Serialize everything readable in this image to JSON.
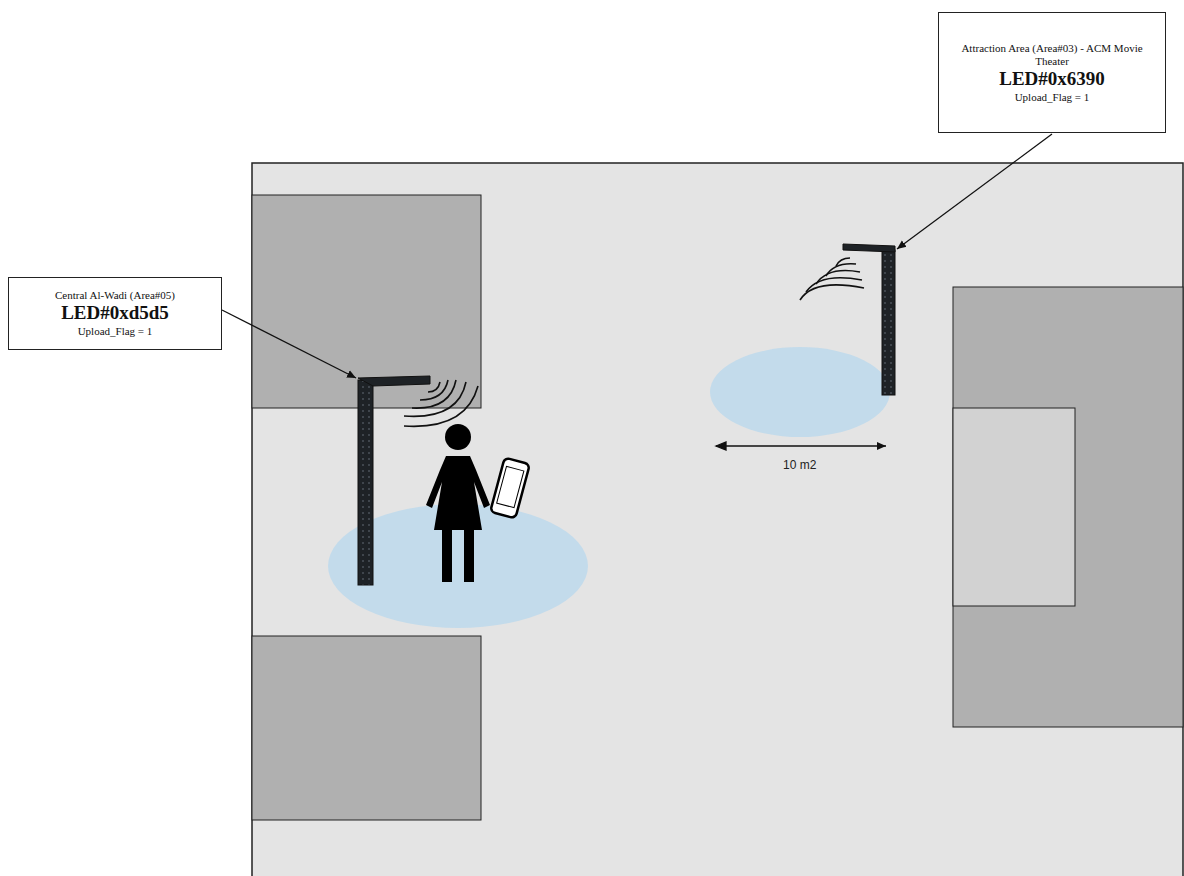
{
  "diagram": {
    "nodes": [
      {
        "text": [
          "Attraction Area (Area#03) - ACM Movie Theater",
          "LED#0x6390",
          "Upload_Flag = 1"
        ]
      },
      {
        "text": [
          "Central Al-Wadi (Area#05)",
          "LED#0xd5d5",
          "Upload_Flag = 1"
        ]
      }
    ],
    "labels": [
      "10 m2"
    ]
  }
}
